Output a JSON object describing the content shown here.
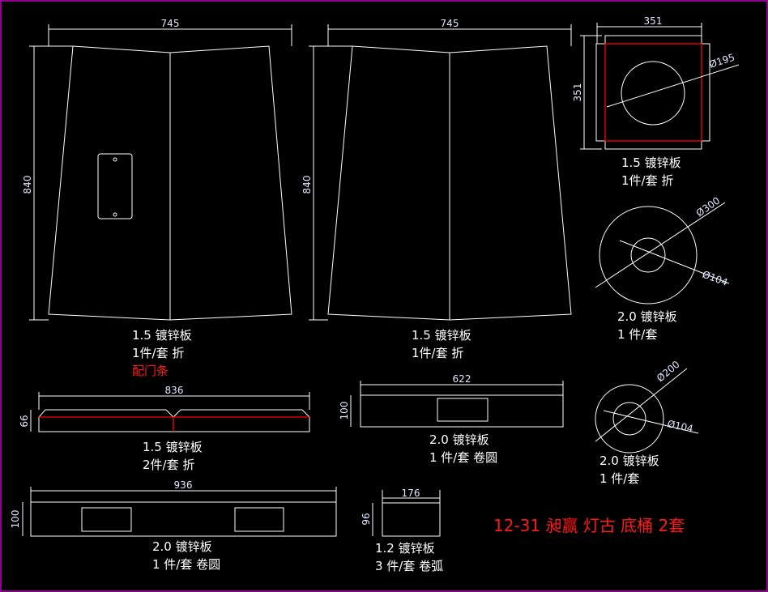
{
  "title": "12-31 昶赢 灯古  底桶  2套",
  "colors": {
    "frame": "#c000c0",
    "line": "#ffffff",
    "accent": "#ff0000"
  },
  "parts": [
    {
      "id": "panel-left",
      "dims": {
        "width": "745",
        "height": "840"
      },
      "lines": [
        "1.5 镀锌板",
        "1件/套 折"
      ],
      "note": "配门条"
    },
    {
      "id": "panel-right",
      "dims": {
        "width": "745",
        "height": "840"
      },
      "lines": [
        "1.5 镀锌板",
        "1件/套 折"
      ]
    },
    {
      "id": "square-plate",
      "dims": {
        "width": "351",
        "height": "351",
        "diameter": "Ø195"
      },
      "lines": [
        "1.5 镀锌板",
        "1件/套  折"
      ]
    },
    {
      "id": "ring-300",
      "dims": {
        "outer": "Ø300",
        "inner": "Ø104"
      },
      "lines": [
        "2.0 镀锌板",
        "1 件/套"
      ]
    },
    {
      "id": "strip-836",
      "dims": {
        "width": "836",
        "height": "66"
      },
      "lines": [
        "1.5 镀锌板",
        "2件/套 折"
      ]
    },
    {
      "id": "strip-622",
      "dims": {
        "width": "622",
        "height": "100"
      },
      "lines": [
        "2.0 镀锌板",
        "1 件/套 卷圆"
      ]
    },
    {
      "id": "ring-200",
      "dims": {
        "outer": "Ø200",
        "inner": "Ø104"
      },
      "lines": [
        "2.0 镀锌板",
        "1 件/套"
      ]
    },
    {
      "id": "strip-936",
      "dims": {
        "width": "936",
        "height": "100"
      },
      "lines": [
        "2.0 镀锌板",
        "1 件/套 卷圆"
      ]
    },
    {
      "id": "strip-176",
      "dims": {
        "width": "176",
        "height": "96"
      },
      "lines": [
        "1.2 镀锌板",
        "3 件/套 卷弧"
      ]
    }
  ]
}
